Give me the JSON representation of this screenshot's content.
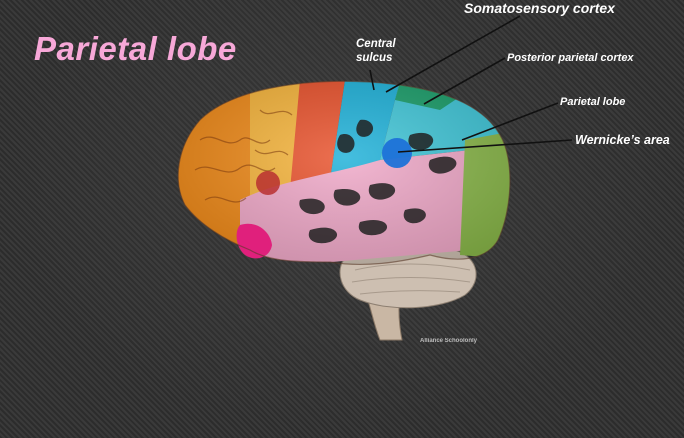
{
  "title": "Parietal lobe",
  "labels": {
    "somatosensory": "Somatosensory cortex",
    "central_sulcus_line1": "Central",
    "central_sulcus_line2": "sulcus",
    "posterior_parietal": "Posterior parietal cortex",
    "parietal_lobe": "Parietal lobe",
    "wernicke": "Wernicke’s area"
  },
  "watermark": "Alliance Schoolonly",
  "colors": {
    "title": "#f7a8d8",
    "frontal_orange": "#f08a18",
    "frontal_yellow": "#f6b43a",
    "motor_red": "#e8502a",
    "somatosensory_blue": "#1cb0d8",
    "parietal_cyan": "#3fc6d8",
    "temporal_pink": "#f0a8c8",
    "occipital_green": "#8ab84a",
    "cerebellum": "#c8b8a8",
    "wernicke_spot": "#1d72d8"
  }
}
